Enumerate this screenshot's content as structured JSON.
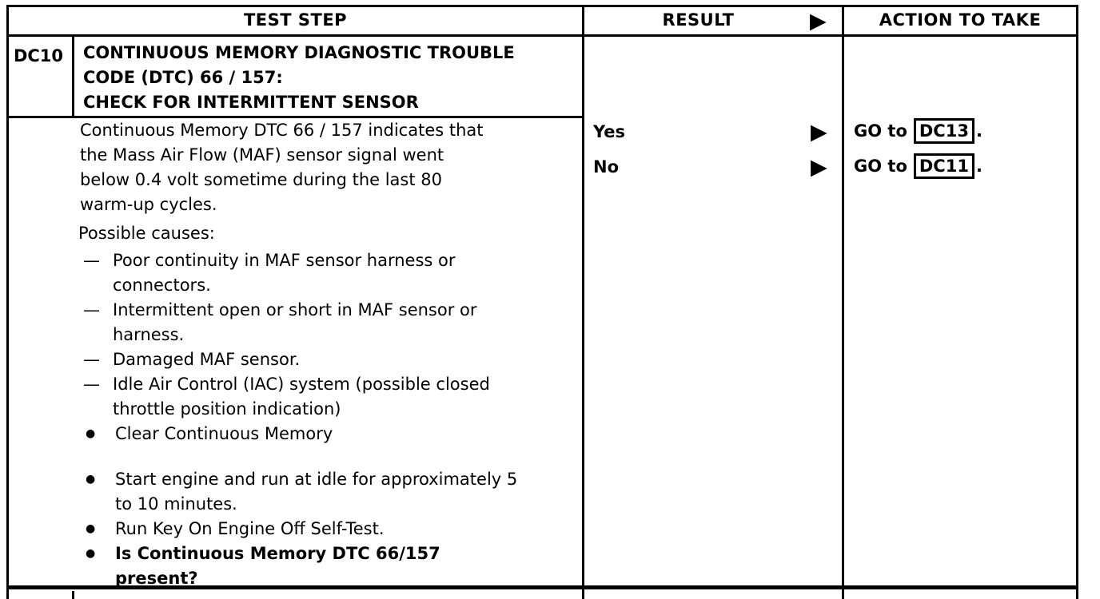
{
  "table": {
    "headers": {
      "test_step": "TEST STEP",
      "result": "RESULT",
      "action": "ACTION TO TAKE"
    },
    "icons": {
      "result_arrow": "▶",
      "dash_marker": "—",
      "bullet_marker": "●"
    }
  },
  "step": {
    "id": "DC10",
    "title_lines": [
      "CONTINUOUS MEMORY DIAGNOSTIC TROUBLE",
      "CODE (DTC) 66 / 157:",
      "CHECK FOR INTERMITTENT SENSOR"
    ],
    "description_lines": [
      "Continuous Memory DTC 66 / 157 indicates that",
      "the Mass Air Flow (MAF) sensor signal went",
      "below 0.4 volt sometime during the last 80",
      "warm-up cycles."
    ],
    "causes_heading": "Possible causes:",
    "causes": [
      {
        "lines": [
          "Poor continuity in MAF sensor harness or",
          "connectors."
        ]
      },
      {
        "lines": [
          "Intermittent open or short in MAF sensor or",
          "harness."
        ]
      },
      {
        "lines": [
          "Damaged MAF sensor."
        ]
      },
      {
        "lines": [
          "Idle Air Control (IAC) system (possible closed",
          "throttle position indication)"
        ]
      }
    ],
    "instructions": [
      {
        "lines": [
          "Clear Continuous Memory"
        ]
      },
      {
        "lines": [
          "Start engine and run at idle for approximately 5",
          "to 10 minutes."
        ]
      },
      {
        "lines": [
          "Run Key On Engine Off Self-Test."
        ]
      }
    ],
    "question_lines": [
      "Is Continuous Memory DTC 66/157",
      "present?"
    ]
  },
  "results": [
    {
      "label": "Yes",
      "action": {
        "prefix": "GO to",
        "target": "DC13",
        "suffix": "."
      }
    },
    {
      "label": "No",
      "action": {
        "prefix": "GO to",
        "target": "DC11",
        "suffix": "."
      }
    }
  ]
}
